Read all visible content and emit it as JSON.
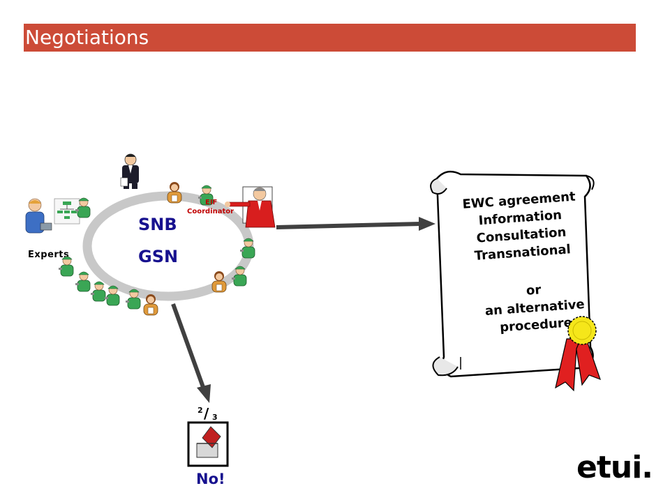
{
  "slide": {
    "title": "Negotiations"
  },
  "circle": {
    "label_top": "SNB",
    "label_bottom": "GSN"
  },
  "people": {
    "experts_label": "Experts",
    "coordinator_label_line1": "EIF",
    "coordinator_label_line2": "Coordinator"
  },
  "scroll": {
    "lines": [
      "EWC agreement",
      "Information",
      "Consultation",
      "Transnational"
    ],
    "alt_lines": [
      "or",
      "an alternative",
      "procedure"
    ]
  },
  "vote": {
    "numerator": "2",
    "slash": "/",
    "denominator": "3",
    "result": "No!"
  },
  "logo": {
    "text": "etui."
  },
  "colors": {
    "title_bar": "#cc4b37",
    "title_text": "#ffffff",
    "circle_ring": "#c8c8c8",
    "arrow": "#404040",
    "label_blue": "#17118f",
    "ribbon_red": "#e02020",
    "seal_yellow": "#f5e61a",
    "worker_green": "#3aa655",
    "coordinator_red": "#d81e1e"
  }
}
